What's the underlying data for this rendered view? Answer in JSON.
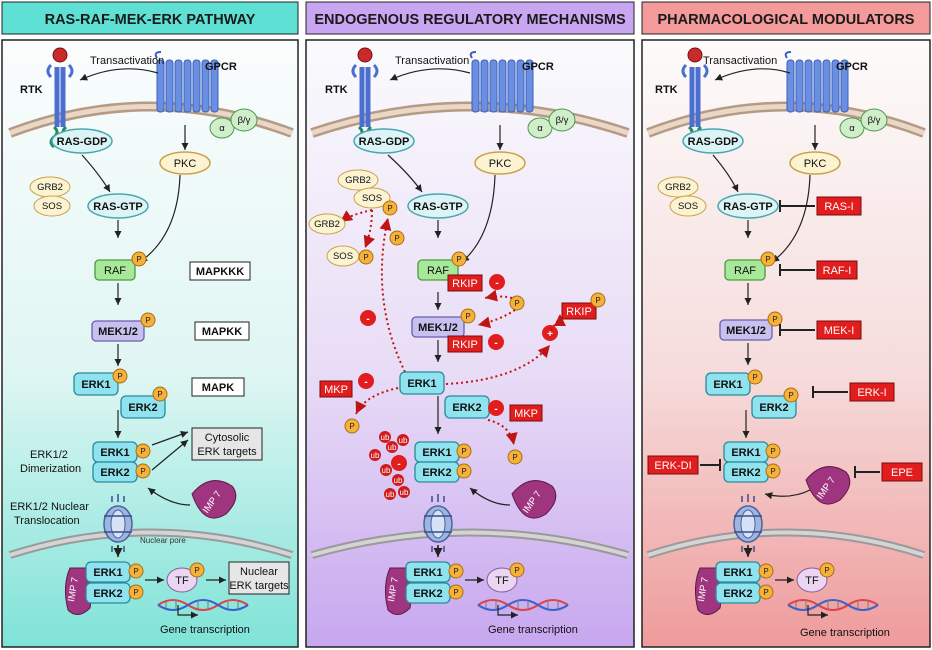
{
  "headers": {
    "p1": "RAS-RAF-MEK-ERK PATHWAY",
    "p2": "ENDOGENOUS REGULATORY MECHANISMS",
    "p3": "PHARMACOLOGICAL MODULATORS"
  },
  "colors": {
    "p1_header": "#5fe0d4",
    "p2_header": "#c9a6f2",
    "p3_header": "#f49a9a",
    "erk": "#8fe3ef",
    "raf": "#a8e89a",
    "mek": "#c8c0ee",
    "phospho": "#f6b13a",
    "inhibitor": "#e21d1d",
    "receptor": "#5a7fd6",
    "imp7": "#a0357f"
  },
  "icons": {
    "receptor": "rtk-receptor-icon",
    "gpcr": "gpcr-seven-transmembrane-icon",
    "nuclear_pore": "nuclear-pore-icon",
    "importin": "imp7-capsule-icon",
    "dna": "dna-helix-icon",
    "phosphate": "phosphate-circle-icon",
    "inhibition": "t-bar-inhibition-icon"
  },
  "common": {
    "rtk": "RTK",
    "gpcr": "GPCR",
    "transactivation": "Transactivation",
    "alpha": "α",
    "beta_gamma": "β/γ",
    "ras_gdp": "RAS-GDP",
    "ras_gtp": "RAS-GTP",
    "pkc": "PKC",
    "grb2": "GRB2",
    "sos": "SOS",
    "raf": "RAF",
    "mek": "MEK1/2",
    "erk1": "ERK1",
    "erk2": "ERK2",
    "p": "P",
    "imp7": "IMP 7",
    "tf": "TF",
    "gene_transcription": "Gene transcription",
    "ub": "ub"
  },
  "p1": {
    "mapkkk": "MAPKKK",
    "mapkk": "MAPKK",
    "mapk": "MAPK",
    "cytosolic_1": "Cytosolic",
    "cytosolic_2": "ERK targets",
    "dimerization_1": "ERK1/2",
    "dimerization_2": "Dimerization",
    "translocation_1": "ERK1/2 Nuclear",
    "translocation_2": "Translocation",
    "nuclear_pore": "Nuclear pore",
    "nuclear_1": "Nuclear",
    "nuclear_2": "ERK targets"
  },
  "p2": {
    "rkip": "RKIP",
    "mkp": "MKP",
    "minus": "-",
    "plus": "+"
  },
  "p3": {
    "ras_i": "RAS-I",
    "raf_i": "RAF-I",
    "mek_i": "MEK-I",
    "erk_i": "ERK-I",
    "erk_di": "ERK-DI",
    "epe": "EPE"
  }
}
